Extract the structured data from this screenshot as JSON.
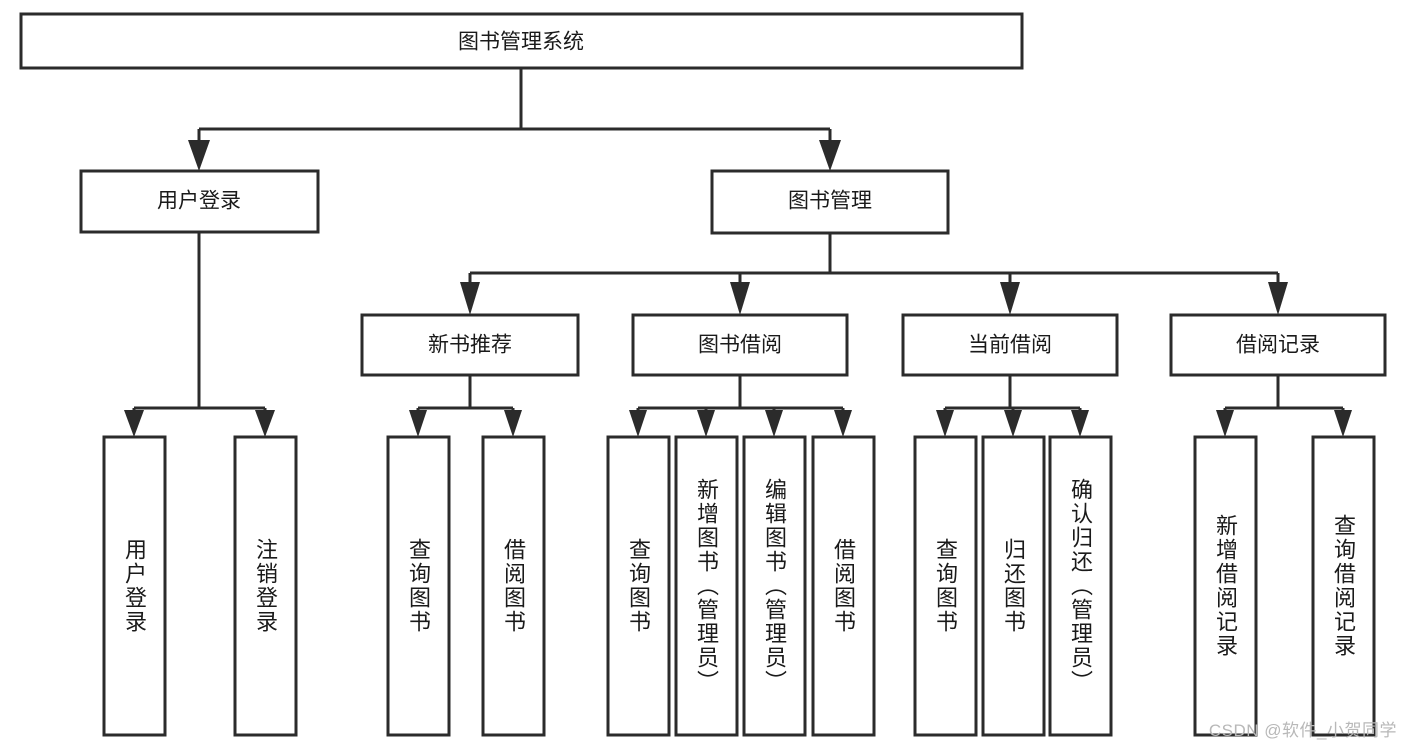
{
  "diagram": {
    "type": "hierarchy-tree",
    "title": "图书管理系统",
    "watermark": "CSDN @软件_小贺同学",
    "colors": {
      "box_stroke": "#2b2b2b",
      "box_fill": "#ffffff",
      "text": "#1a1a1a",
      "background": "#ffffff",
      "watermark": "#b8b8b8"
    },
    "root": {
      "label": "图书管理系统"
    },
    "level2": [
      {
        "label": "用户登录"
      },
      {
        "label": "图书管理"
      }
    ],
    "level3": [
      {
        "label": "新书推荐"
      },
      {
        "label": "图书借阅"
      },
      {
        "label": "当前借阅"
      },
      {
        "label": "借阅记录"
      }
    ],
    "leaves": {
      "user_login": [
        {
          "label": "用户登录"
        },
        {
          "label": "注销登录"
        }
      ],
      "new_book_recommend": [
        {
          "label": "查询图书"
        },
        {
          "label": "借阅图书"
        }
      ],
      "book_borrow": [
        {
          "label": "查询图书"
        },
        {
          "label": "新增图书（管理员）"
        },
        {
          "label": "编辑图书（管理员）"
        },
        {
          "label": "借阅图书"
        }
      ],
      "current_borrow": [
        {
          "label": "查询图书"
        },
        {
          "label": "归还图书"
        },
        {
          "label": "确认归还（管理员）"
        }
      ],
      "borrow_record": [
        {
          "label": "新增借阅记录"
        },
        {
          "label": "查询借阅记录"
        }
      ]
    }
  }
}
